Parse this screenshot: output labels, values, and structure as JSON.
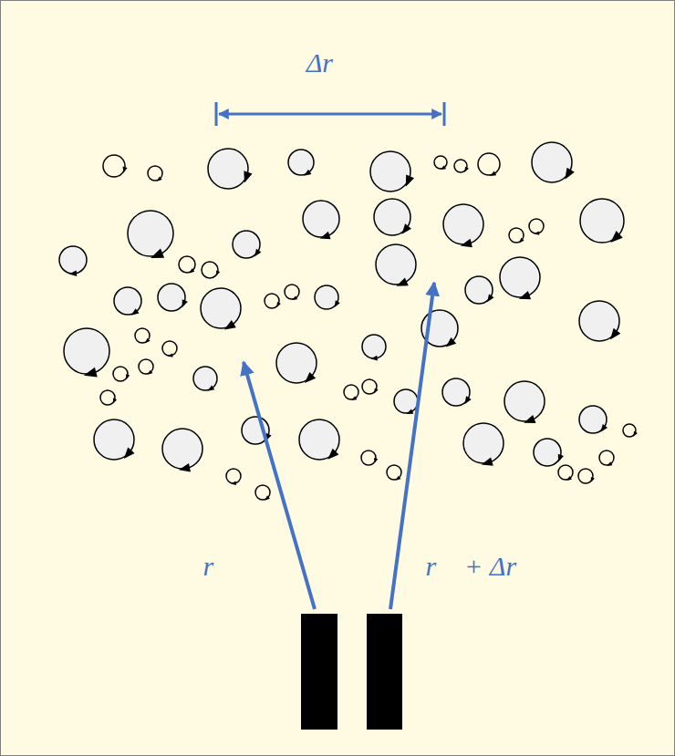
{
  "diagram": {
    "labels": [
      "Δr⃗",
      "r⃗",
      "r⃗ + Δr⃗"
    ]
  }
}
